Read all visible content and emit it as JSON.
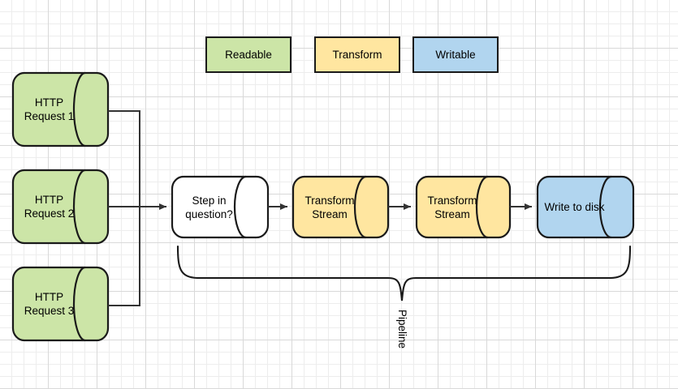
{
  "diagram": {
    "title": "Node.js stream pipeline diagram",
    "background": {
      "grid_minor_color": "#ededed",
      "grid_major_color": "#d9d9d9",
      "page_color": "#ffffff"
    },
    "colors": {
      "readable_fill": "#cce5a7",
      "transform_fill": "#ffe6a0",
      "writable_fill": "#b1d5ef",
      "neutral_fill": "#ffffff",
      "stroke": "#1a1a1a",
      "connector": "#333333"
    },
    "legend": {
      "name": "stream-type-legend",
      "items": [
        {
          "label": "Readable",
          "fill": "#cce5a7"
        },
        {
          "label": "Transform",
          "fill": "#ffe6a0"
        },
        {
          "label": "Writable",
          "fill": "#b1d5ef"
        }
      ]
    },
    "sources": [
      {
        "label": "HTTP\nRequest 1",
        "type": "readable"
      },
      {
        "label": "HTTP\nRequest 2",
        "type": "readable"
      },
      {
        "label": "HTTP\nRequest 3",
        "type": "readable"
      }
    ],
    "pipeline": {
      "brace_label": "Pipeline",
      "stages": [
        {
          "label": "Step in\nquestion?",
          "type": "unknown"
        },
        {
          "label": "Transform\nStream",
          "type": "transform"
        },
        {
          "label": "Transform\nStream",
          "type": "transform"
        },
        {
          "label": "Write to disk",
          "type": "writable"
        }
      ]
    }
  }
}
